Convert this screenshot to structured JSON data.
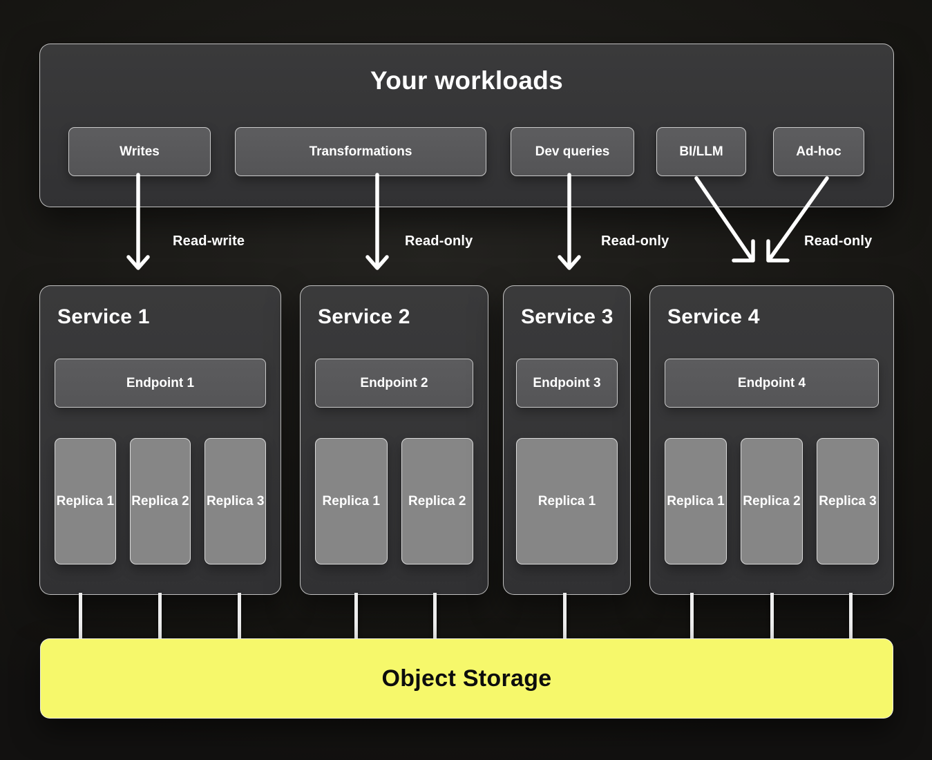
{
  "workloads": {
    "title": "Your workloads",
    "buttons": [
      {
        "label": "Writes"
      },
      {
        "label": "Transformations"
      },
      {
        "label": "Dev queries"
      },
      {
        "label": "BI/LLM"
      },
      {
        "label": "Ad-hoc"
      }
    ]
  },
  "arrows": [
    {
      "label": "Read-write",
      "from": "Writes",
      "to": "Service 1"
    },
    {
      "label": "Read-only",
      "from": "Transformations",
      "to": "Service 2"
    },
    {
      "label": "Read-only",
      "from": "Dev queries",
      "to": "Service 3"
    },
    {
      "label": "Read-only",
      "from": "BI/LLM + Ad-hoc",
      "to": "Service 4"
    }
  ],
  "services": [
    {
      "name": "Service 1",
      "endpoint": "Endpoint 1",
      "replicas": [
        "Replica 1",
        "Replica 2",
        "Replica 3"
      ]
    },
    {
      "name": "Service 2",
      "endpoint": "Endpoint 2",
      "replicas": [
        "Replica 1",
        "Replica 2"
      ]
    },
    {
      "name": "Service 3",
      "endpoint": "Endpoint 3",
      "replicas": [
        "Replica 1"
      ]
    },
    {
      "name": "Service 4",
      "endpoint": "Endpoint 4",
      "replicas": [
        "Replica 1",
        "Replica 2",
        "Replica 3"
      ]
    }
  ],
  "storage": {
    "label": "Object Storage"
  },
  "colors": {
    "storage_accent": "#f6f86b",
    "panel_bg": "#343436",
    "chip_bg": "#58585a",
    "replica_bg": "#868686",
    "arrow": "#ffffff",
    "background": "#1b1a17"
  }
}
